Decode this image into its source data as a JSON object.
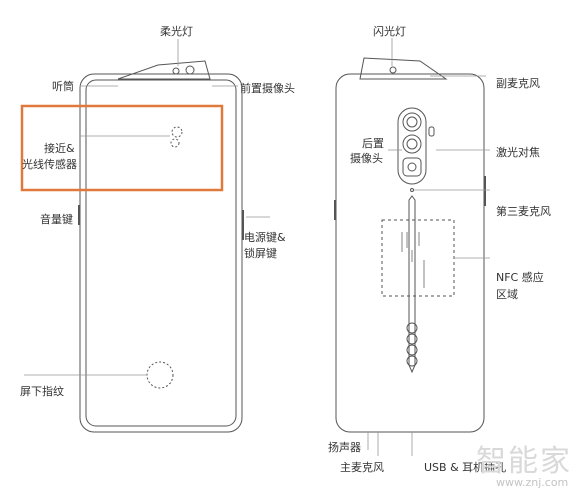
{
  "labels": {
    "soft_light": "柔光灯",
    "earpiece": "听筒",
    "front_camera": "前置摄像头",
    "proximity_line1": "接近&",
    "proximity_line2": "光线传感器",
    "volume_key": "音量键",
    "power_line1": "电源键&",
    "power_line2": "锁屏键",
    "fingerprint": "屏下指纹",
    "flash": "闪光灯",
    "secondary_mic": "副麦克风",
    "rear_camera_line1": "后置",
    "rear_camera_line2": "摄像头",
    "laser_focus": "激光对焦",
    "third_mic": "第三麦克风",
    "nfc_line1": "NFC 感应",
    "nfc_line2": "区域",
    "speaker": "扬声器",
    "main_mic": "主麦克风",
    "usb_jack": "USB & 耳机插孔"
  },
  "watermark": {
    "brand": "智能家",
    "url": "www.znj.com"
  },
  "colors": {
    "outline": "#555555",
    "leader": "#999999",
    "highlight": "#e07a3c",
    "text": "#333333",
    "watermark": "#d8d8d8"
  }
}
